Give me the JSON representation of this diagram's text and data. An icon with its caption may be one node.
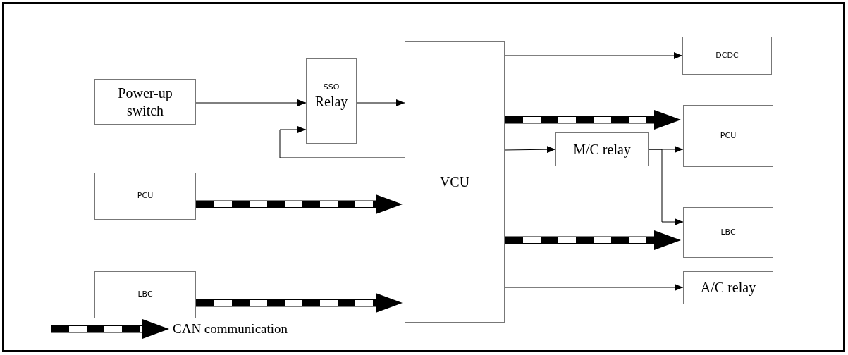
{
  "diagram": {
    "nodes": [
      {
        "text": [
          "Power-up switch"
        ]
      },
      {
        "text": [
          "SSO",
          "Relay"
        ]
      },
      {
        "text": [
          "VCU"
        ]
      },
      {
        "text": [
          "PCU"
        ]
      },
      {
        "text": [
          "LBC"
        ]
      },
      {
        "text": [
          "DCDC"
        ]
      },
      {
        "text": [
          "PCU"
        ]
      },
      {
        "text": [
          "M/C relay"
        ]
      },
      {
        "text": [
          "LBC"
        ]
      },
      {
        "text": [
          "A/C relay"
        ]
      }
    ],
    "edges": [
      {
        "from": 0,
        "to": 1,
        "arrow": "to"
      },
      {
        "from": 1,
        "to": 2,
        "arrow": "to"
      },
      {
        "from": 2,
        "to": 1,
        "arrow": "to"
      },
      {
        "from": 3,
        "to": 2,
        "arrow": "to",
        "style": "thick"
      },
      {
        "from": 4,
        "to": 2,
        "arrow": "to",
        "style": "thick"
      },
      {
        "from": 2,
        "to": 5,
        "arrow": "to"
      },
      {
        "from": 2,
        "to": 6,
        "arrow": "to",
        "style": "thick"
      },
      {
        "from": 2,
        "to": 7,
        "arrow": "to"
      },
      {
        "from": 7,
        "to": 6,
        "arrow": "to"
      },
      {
        "from": 7,
        "to": 8,
        "arrow": "to"
      },
      {
        "from": 2,
        "to": 8,
        "arrow": "to",
        "style": "thick"
      },
      {
        "from": 2,
        "to": 9,
        "arrow": "to"
      }
    ],
    "legend": [
      {
        "text": "CAN communication"
      }
    ]
  }
}
